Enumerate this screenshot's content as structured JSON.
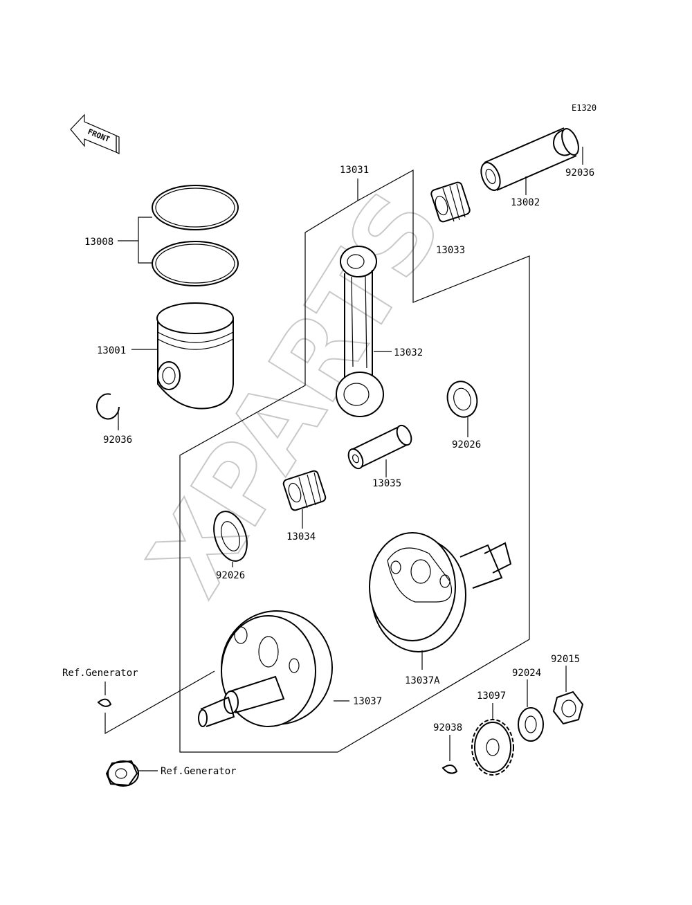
{
  "diagram_code": "E1320",
  "front_label": "FRONT",
  "watermark": "XPARTS",
  "parts": {
    "p13008": "13008",
    "p13001": "13001",
    "p92036_left": "92036",
    "p13031": "13031",
    "p13032": "13032",
    "p13033": "13033",
    "p13002": "13002",
    "p92036_right": "92036",
    "p92026_right": "92026",
    "p13035": "13035",
    "p13034": "13034",
    "p92026_left": "92026",
    "p13037A": "13037A",
    "p13037": "13037",
    "p92015": "92015",
    "p92024": "92024",
    "p13097": "13097",
    "p92038": "92038"
  },
  "refs": {
    "ref_generator_key": "Ref.Generator",
    "ref_generator_nut": "Ref.Generator"
  }
}
